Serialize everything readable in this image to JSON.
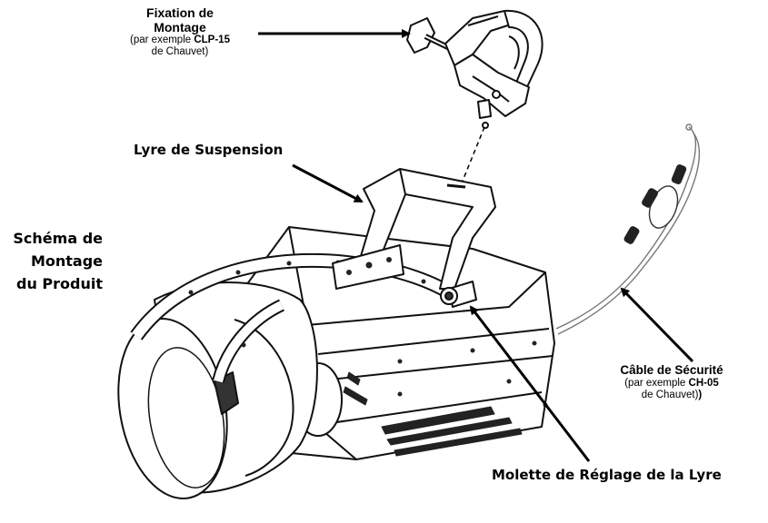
{
  "clamp": {
    "title_line1": "Fixation de",
    "title_line2": "Montage",
    "note_prefix": "(par exemple ",
    "note_model": "CLP-15",
    "note_suffix": "de Chauvet)"
  },
  "yoke": {
    "label": "Lyre de Suspension"
  },
  "diagram_title": {
    "line1": "Schéma de",
    "line2": "Montage",
    "line3": "du Produit"
  },
  "safety_cable": {
    "title": "Câble de Sécurité",
    "note_prefix": "(par exemple ",
    "note_model": "CH-05",
    "note_suffix": "de Chauvet)",
    "note_close": ")"
  },
  "yoke_knob": {
    "label": "Molette de Réglage de la Lyre"
  },
  "colors": {
    "line": "#000000",
    "background": "#ffffff",
    "shade": "#888888"
  }
}
